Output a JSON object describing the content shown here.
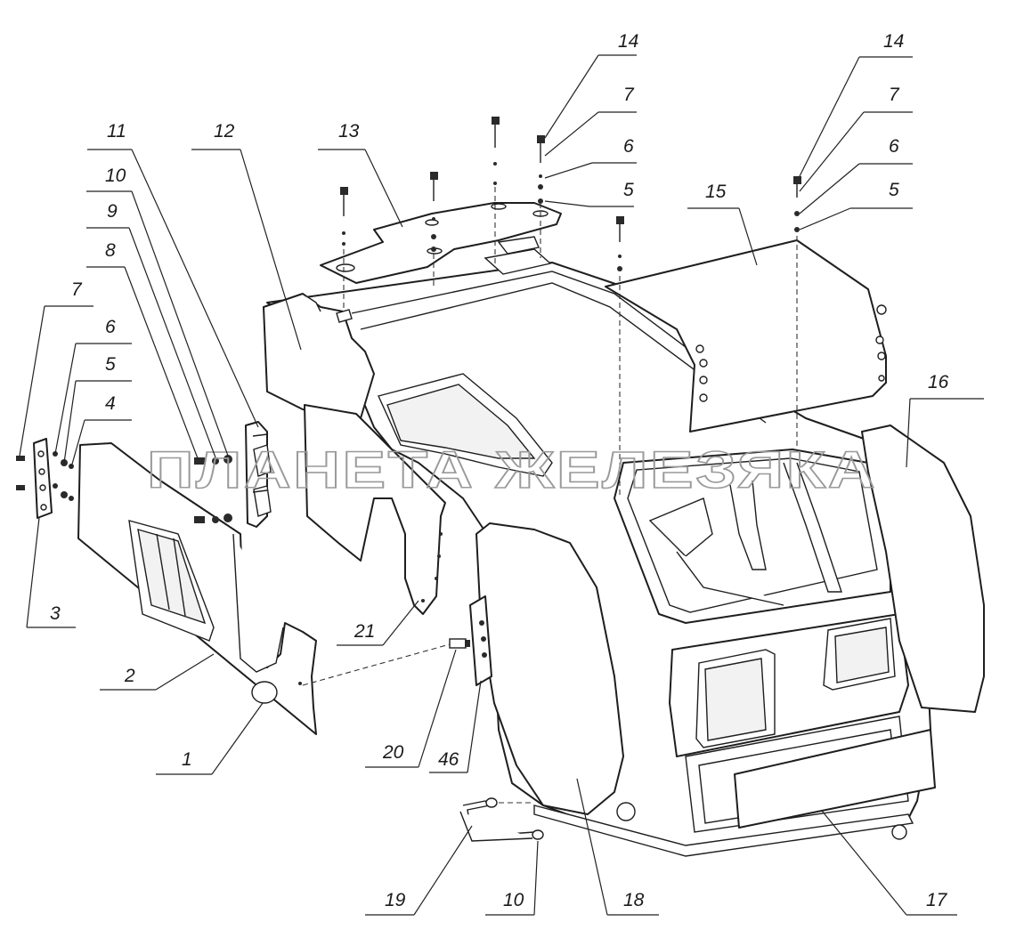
{
  "watermark": {
    "text": "ПЛАНЕТА ЖЕЛЕЗЯКА"
  },
  "callouts": [
    {
      "id": "c14a",
      "label": "14"
    },
    {
      "id": "c7a",
      "label": "7"
    },
    {
      "id": "c6a",
      "label": "6"
    },
    {
      "id": "c5a",
      "label": "5"
    },
    {
      "id": "c14b",
      "label": "14"
    },
    {
      "id": "c7b",
      "label": "7"
    },
    {
      "id": "c6b",
      "label": "6"
    },
    {
      "id": "c5b",
      "label": "5"
    },
    {
      "id": "c13",
      "label": "13"
    },
    {
      "id": "c15",
      "label": "15"
    },
    {
      "id": "c12",
      "label": "12"
    },
    {
      "id": "c11",
      "label": "11"
    },
    {
      "id": "c10a",
      "label": "10"
    },
    {
      "id": "c9",
      "label": "9"
    },
    {
      "id": "c8",
      "label": "8"
    },
    {
      "id": "c7c",
      "label": "7"
    },
    {
      "id": "c6c",
      "label": "6"
    },
    {
      "id": "c5c",
      "label": "5"
    },
    {
      "id": "c4",
      "label": "4"
    },
    {
      "id": "c3",
      "label": "3"
    },
    {
      "id": "c2",
      "label": "2"
    },
    {
      "id": "c1",
      "label": "1"
    },
    {
      "id": "c21",
      "label": "21"
    },
    {
      "id": "c20",
      "label": "20"
    },
    {
      "id": "c46",
      "label": "46"
    },
    {
      "id": "c16",
      "label": "16"
    },
    {
      "id": "c19",
      "label": "19"
    },
    {
      "id": "c10b",
      "label": "10"
    },
    {
      "id": "c18",
      "label": "18"
    },
    {
      "id": "c17",
      "label": "17"
    }
  ]
}
